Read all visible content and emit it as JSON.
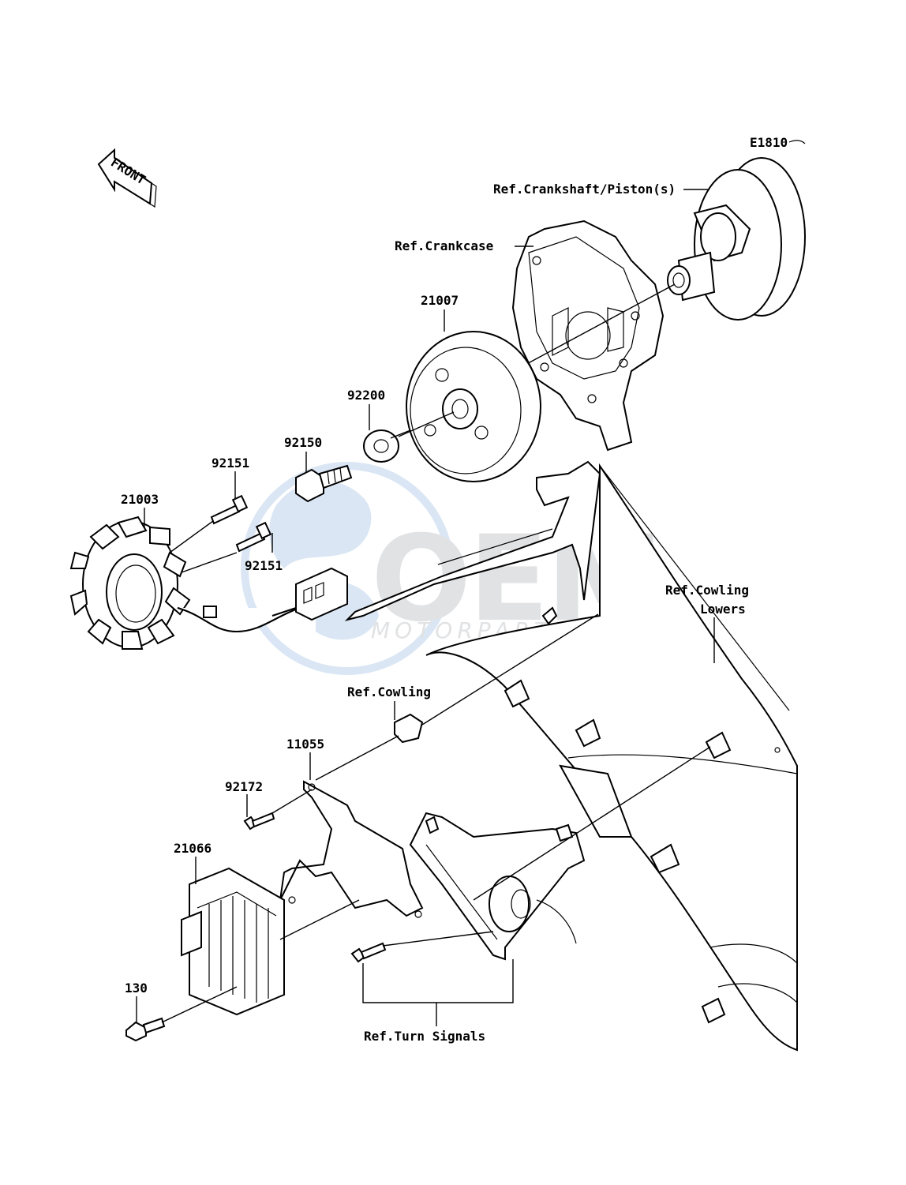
{
  "diagram": {
    "code": "E1810",
    "direction_label": "FRONT",
    "parts": [
      {
        "number": "21007"
      },
      {
        "number": "92200"
      },
      {
        "number": "92150"
      },
      {
        "number": "92151"
      },
      {
        "number": "21003"
      },
      {
        "number": "92151"
      },
      {
        "number": "11055"
      },
      {
        "number": "92172"
      },
      {
        "number": "21066"
      },
      {
        "number": "130"
      }
    ],
    "references": {
      "crankshaft": "Ref.Crankshaft/Piston(s)",
      "crankcase": "Ref.Crankcase",
      "cowling_lowers_1": "Ref.Cowling",
      "cowling_lowers_2": "Lowers",
      "cowling": "Ref.Cowling",
      "turn_signals": "Ref.Turn Signals"
    },
    "watermark": {
      "main": "OEM",
      "sub": "MOTORPARTS"
    }
  },
  "colors": {
    "line": "#000000",
    "background": "#ffffff",
    "watermark_blue": "#bcd2ec",
    "watermark_gray": "#c9cccf"
  }
}
